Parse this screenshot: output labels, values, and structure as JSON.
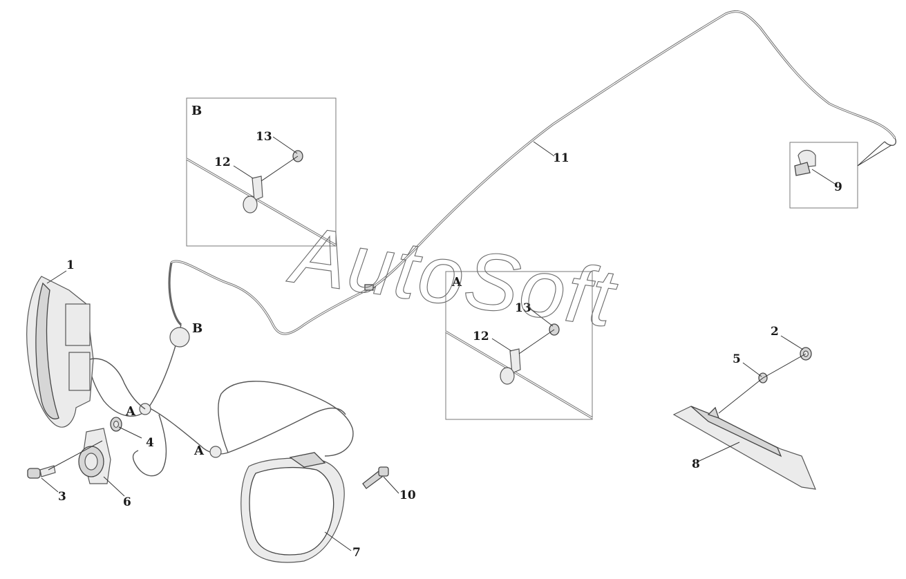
{
  "watermark": "AutoSoft",
  "detail_labels": {
    "b": "B",
    "a": "A"
  },
  "pointer_labels": {
    "b": "B",
    "a_left": "A",
    "a_right": "A"
  },
  "callouts": {
    "c1": "1",
    "c2": "2",
    "c3": "3",
    "c4": "4",
    "c5": "5",
    "c6": "6",
    "c7": "7",
    "c8": "8",
    "c9": "9",
    "c10": "10",
    "c11": "11",
    "c12_b": "12",
    "c13_b": "13",
    "c12_a": "12",
    "c13_a": "13"
  }
}
